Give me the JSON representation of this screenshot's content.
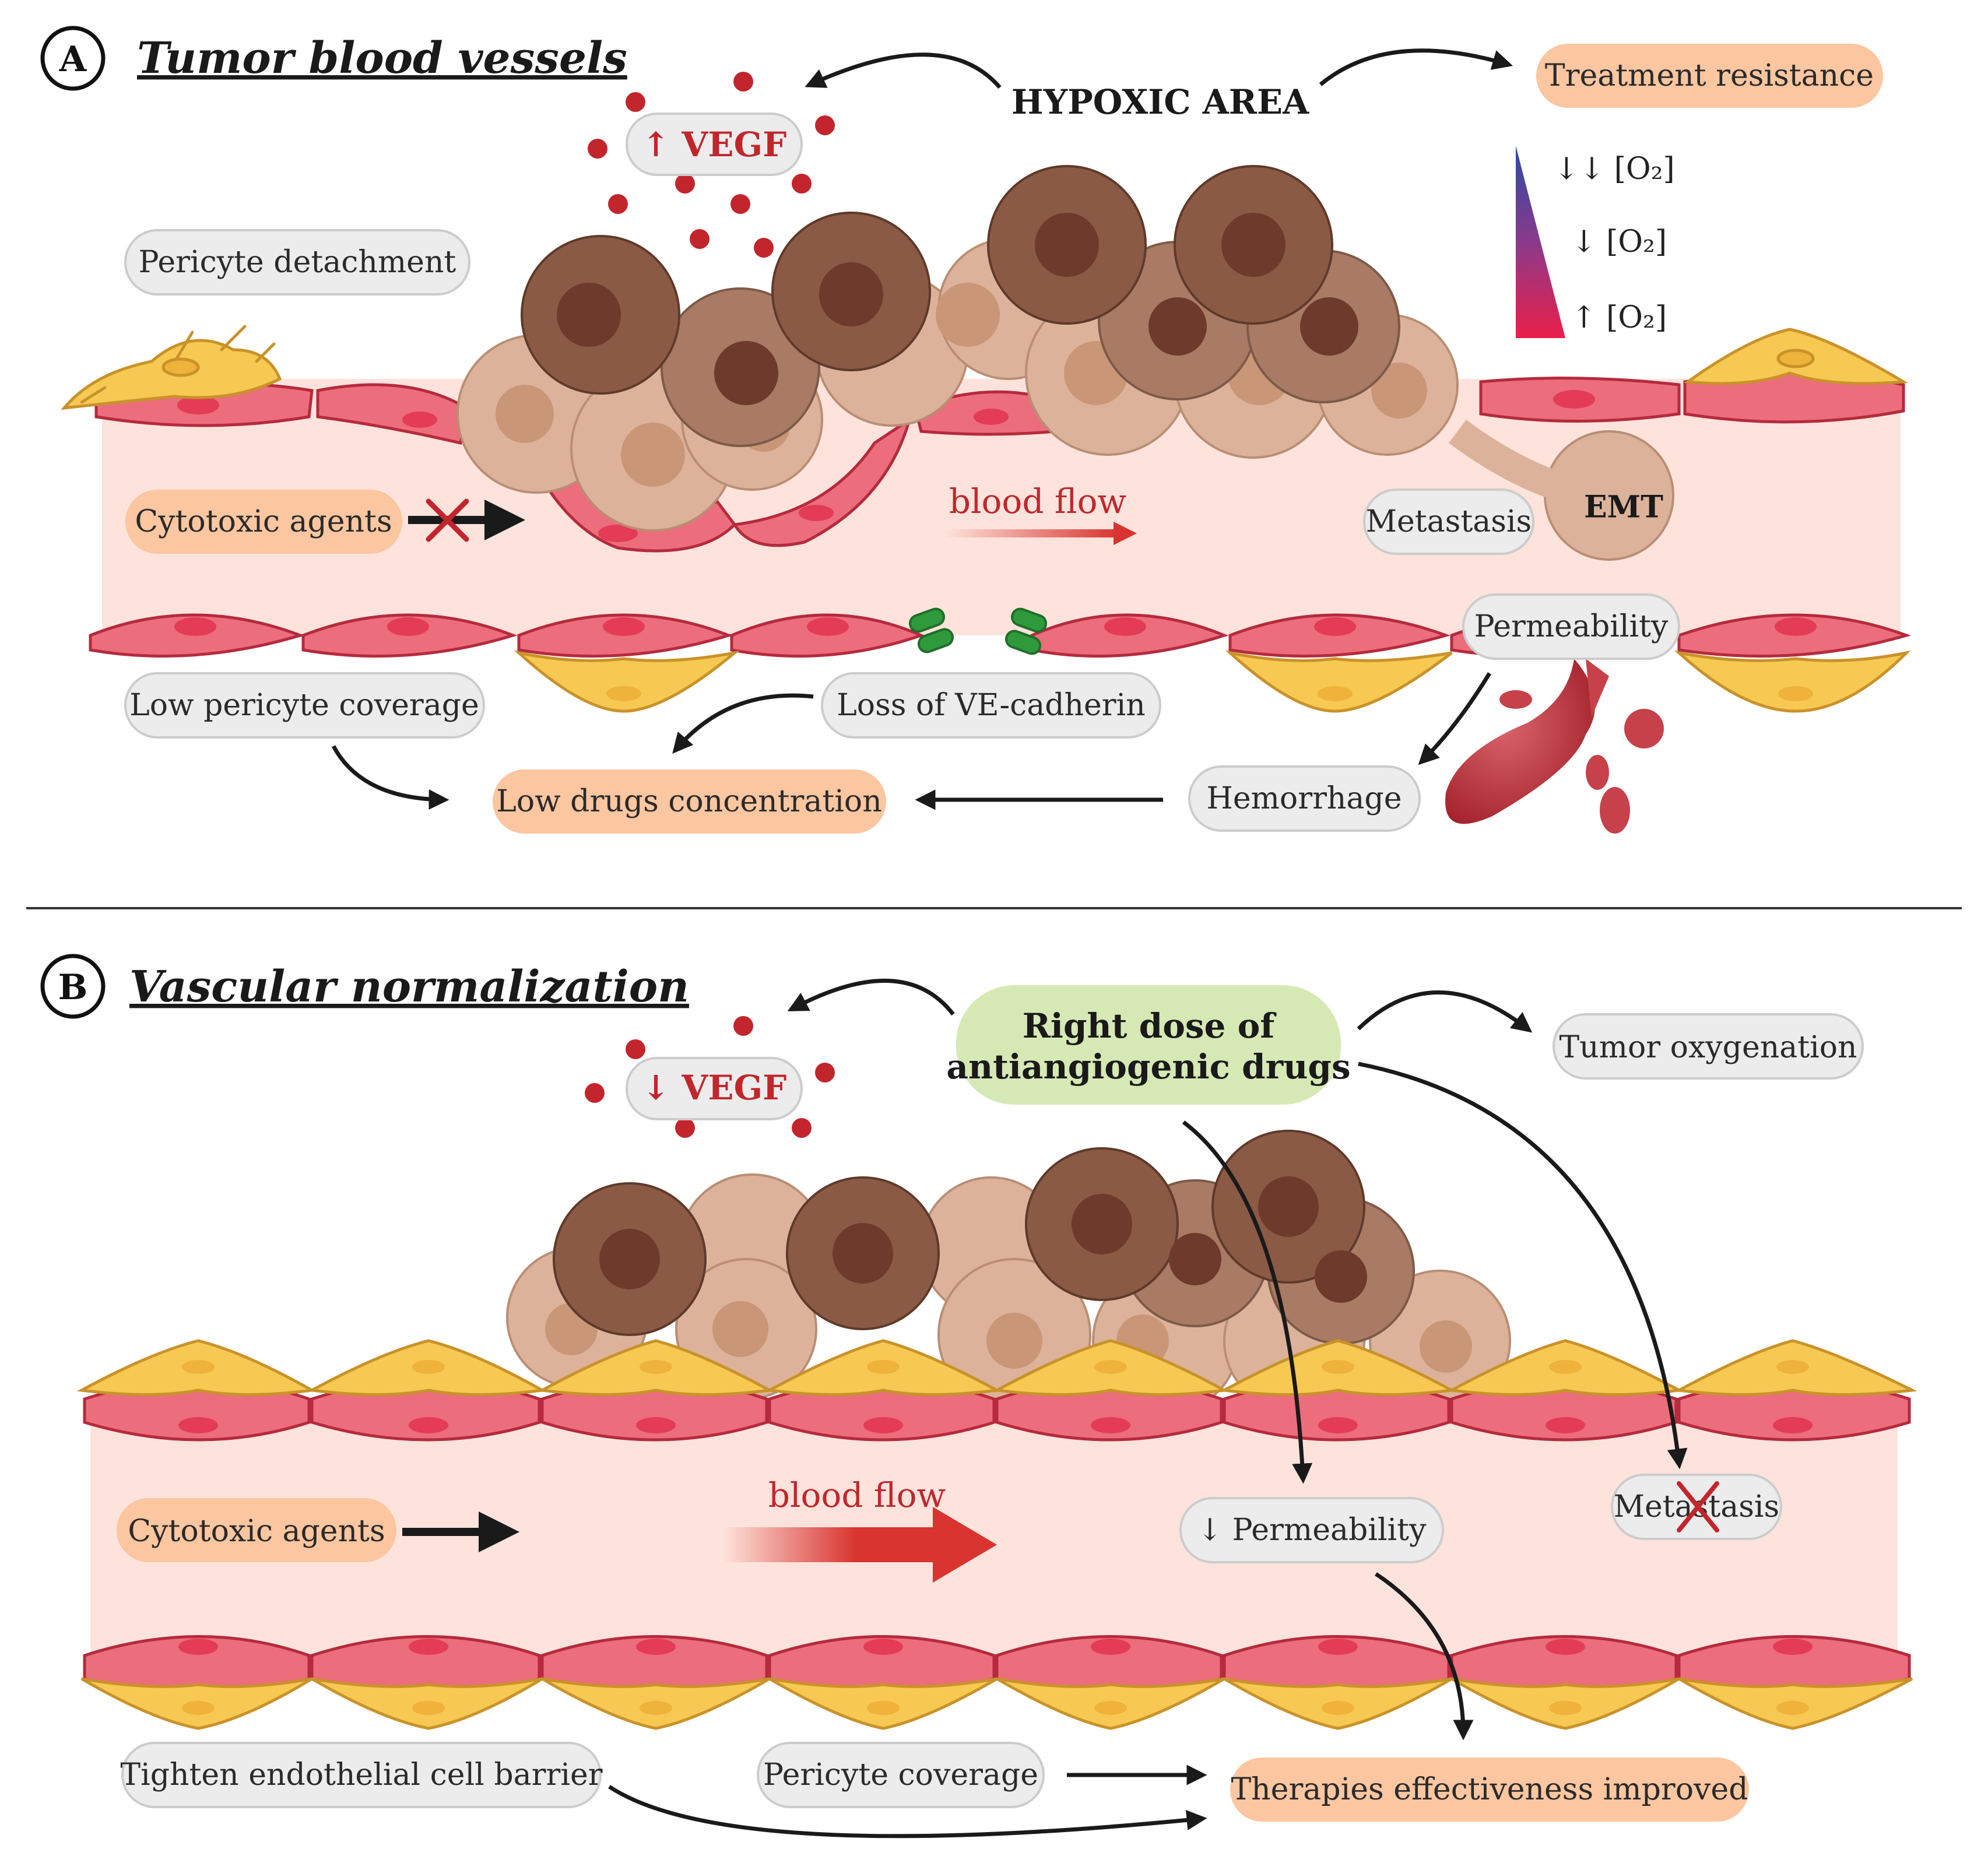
{
  "panel_a": {
    "letter": "A",
    "title": "Tumor blood vessels",
    "hypoxic_area": "HYPOXIC AREA",
    "vegf_label": "↑ VEGF",
    "treatment_resistance": "Treatment resistance",
    "oxygen_levels": [
      "↓↓ [O₂]",
      "↓ [O₂]",
      "↑ [O₂]"
    ],
    "pericyte_detachment": "Pericyte detachment",
    "cytotoxic_agents": "Cytotoxic agents",
    "blood_flow": "blood flow",
    "metastasis": "Metastasis",
    "emt": "EMT",
    "permeability": "Permeability",
    "low_pericyte_coverage": "Low pericyte coverage",
    "loss_ve_cadherin": "Loss of VE-cadherin",
    "low_drugs_concentration": "Low drugs concentration",
    "hemorrhage": "Hemorrhage"
  },
  "panel_b": {
    "letter": "B",
    "title": "Vascular normalization",
    "vegf_label": "↓ VEGF",
    "drug_line1": "Right dose of",
    "drug_line2": "antiangiogenic drugs",
    "tumor_oxygenation": "Tumor oxygenation",
    "cytotoxic_agents": "Cytotoxic agents",
    "blood_flow": "blood flow",
    "permeability": "↓  Permeability",
    "metastasis": "Metastasis",
    "tighten_barrier": "Tighten endothelial cell barrier",
    "pericyte_coverage": "Pericyte coverage",
    "therapies_improved": "Therapies effectiveness improved"
  },
  "colors": {
    "vessel_lumen": "#fde3dc",
    "endothelial": "#ec6d7b",
    "pericyte": "#f7c952",
    "orange_pill": "#fbc6a0",
    "gray_pill": "#ececec",
    "green_pill": "#d6e9b5",
    "arrow_red": "#d9342f",
    "text_red": "#c0272d"
  }
}
